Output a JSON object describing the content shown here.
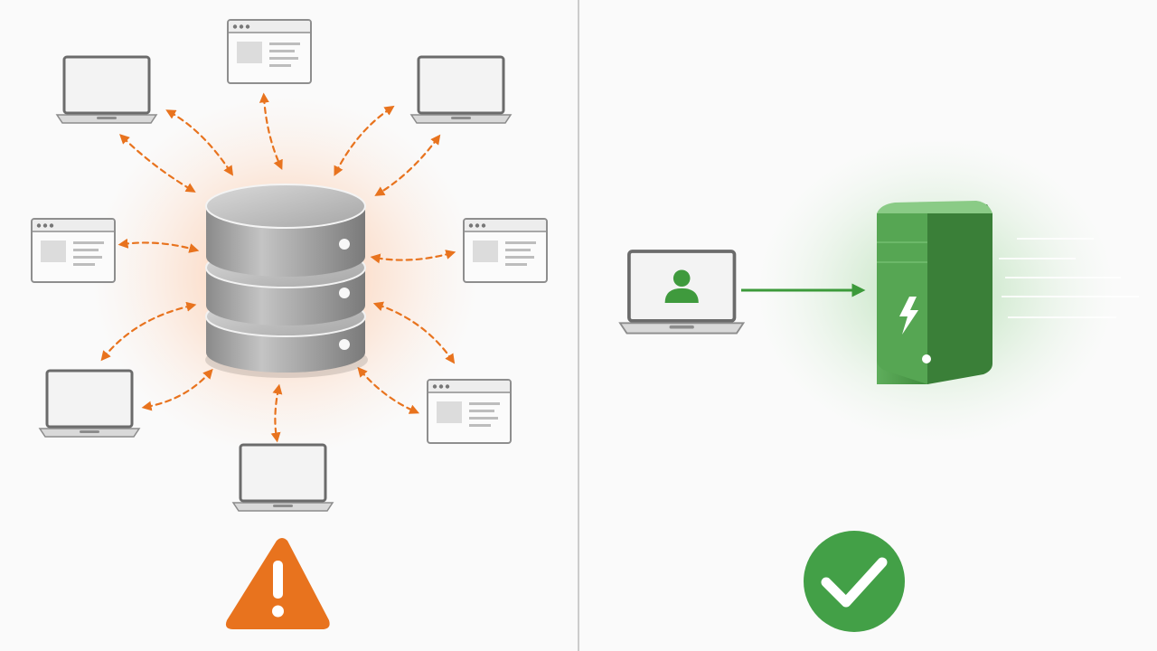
{
  "colors": {
    "background": "#fafafa",
    "divider": "#bdbdbd",
    "warning_orange": "#e8731e",
    "success_green": "#43a047",
    "server_green": "#4c9a4c",
    "cylinder_gray": "#9e9e9e",
    "device_frame": "#6b6b6b"
  },
  "left_panel": {
    "hub": {
      "icon": "database-cylinder-icon",
      "disk_count": 3
    },
    "clients": [
      {
        "kind": "laptop",
        "icon": "laptop-icon"
      },
      {
        "kind": "browser-window",
        "icon": "browser-window-icon"
      },
      {
        "kind": "laptop",
        "icon": "laptop-icon"
      },
      {
        "kind": "browser-window",
        "icon": "browser-window-icon"
      },
      {
        "kind": "browser-window",
        "icon": "browser-window-icon"
      },
      {
        "kind": "laptop",
        "icon": "laptop-icon"
      },
      {
        "kind": "browser-window",
        "icon": "browser-window-icon"
      },
      {
        "kind": "laptop",
        "icon": "laptop-icon"
      }
    ],
    "connection_style": "dashed-bidirectional",
    "status_icon": "warning-triangle-icon"
  },
  "right_panel": {
    "client": {
      "icon": "laptop-user-icon"
    },
    "server": {
      "icon": "server-lightning-icon"
    },
    "connection_style": "solid-one-way",
    "status_icon": "checkmark-circle-icon"
  }
}
